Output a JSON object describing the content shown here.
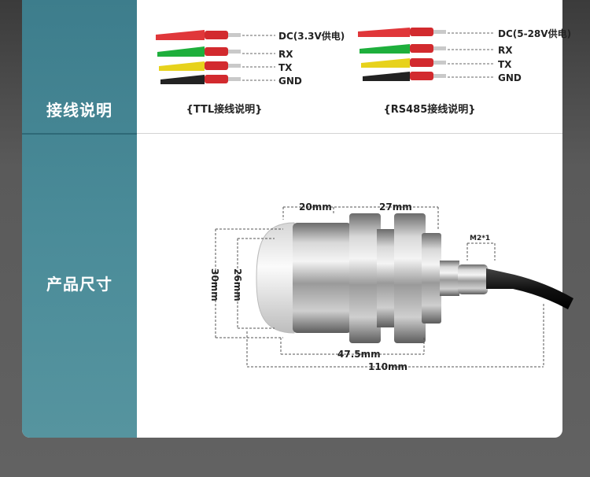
{
  "sections": {
    "wiring_label": "接线说明",
    "size_label": "产品尺寸"
  },
  "ttl": {
    "caption": "{TTL接线说明}",
    "wires": [
      {
        "label": "DC(3.3V供电)",
        "color": "#e0373a"
      },
      {
        "label": "RX",
        "color": "#1eaf3c"
      },
      {
        "label": "TX",
        "color": "#e7d21c"
      },
      {
        "label": "GND",
        "color": "#222222"
      }
    ]
  },
  "rs485": {
    "caption": "{RS485接线说明}",
    "wires": [
      {
        "label": "DC(5-28V供电)",
        "color": "#e0373a"
      },
      {
        "label": "RX",
        "color": "#1eaf3c"
      },
      {
        "label": "TX",
        "color": "#e7d21c"
      },
      {
        "label": "GND",
        "color": "#222222"
      }
    ]
  },
  "dimensions": {
    "dome_length": "20mm",
    "thread_length": "27mm",
    "outer_height": "30mm",
    "dome_height": "26mm",
    "body_length": "47.5mm",
    "total_length": "110mm",
    "connector": "M2*1"
  }
}
